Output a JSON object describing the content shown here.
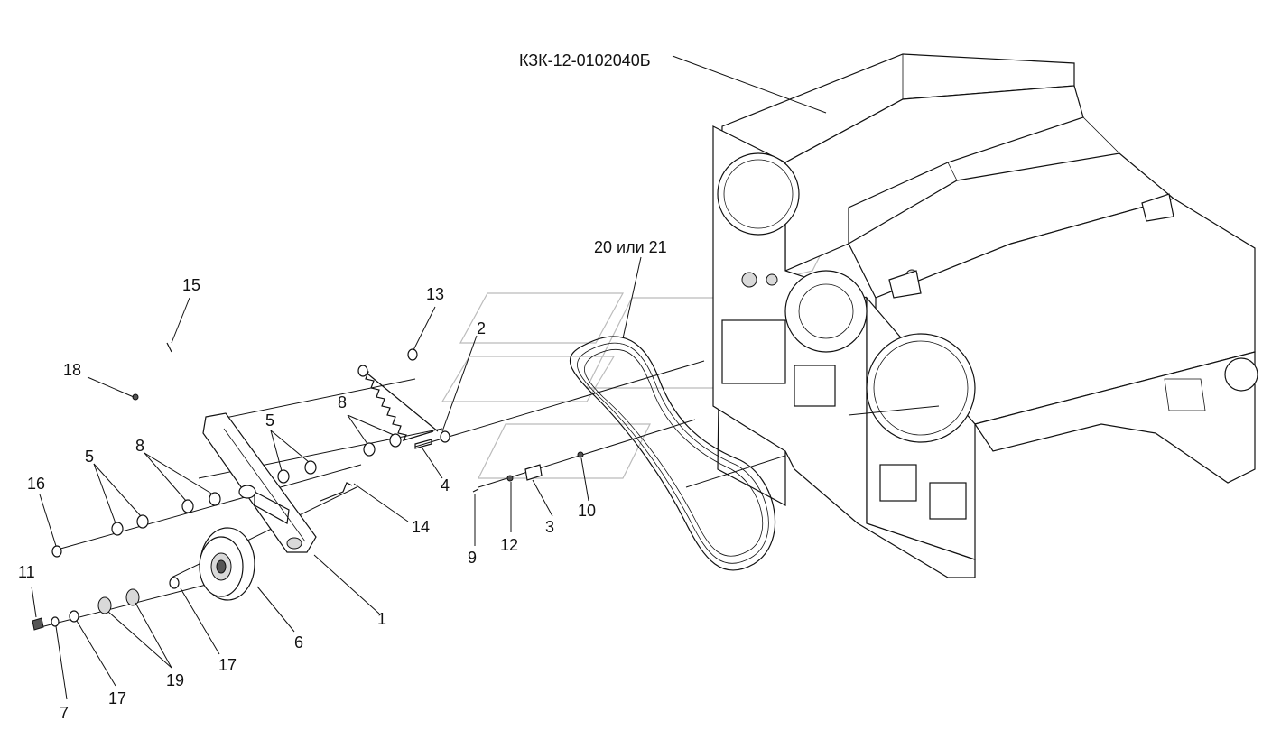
{
  "title_label": "КЗК-12-0102040Б",
  "belt_label": "20 или 21",
  "callouts": [
    "15",
    "13",
    "18",
    "2",
    "8",
    "5",
    "8",
    "5",
    "4",
    "16",
    "14",
    "11",
    "1",
    "6",
    "17",
    "7",
    "17",
    "19",
    "9",
    "12",
    "3",
    "10"
  ]
}
